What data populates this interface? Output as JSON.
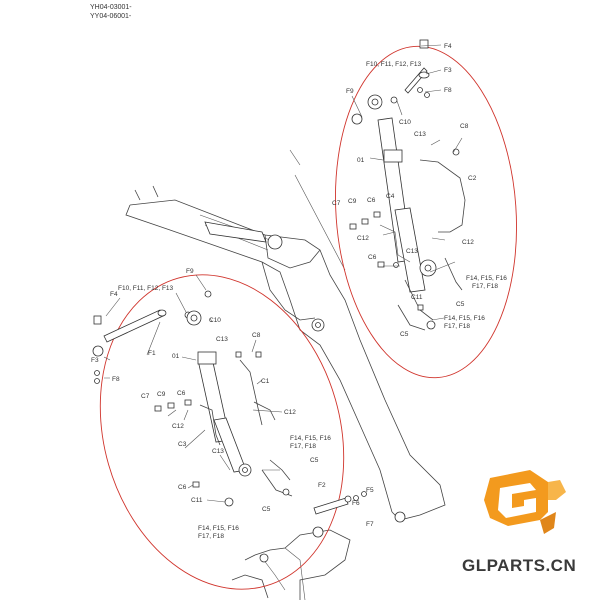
{
  "header": {
    "line1": "YH04-03001-",
    "line2": "YY04-06001-"
  },
  "logo": {
    "text": "GLPARTS.CN",
    "color": "#f39a1e"
  },
  "colors": {
    "callout_ellipse": "#d0342c",
    "line_art": "#333333"
  },
  "upper_labels": {
    "f4": "F4",
    "f10_13": "F10, F11, F12, F13",
    "f3": "F3",
    "f8": "F8",
    "f9": "F9",
    "c10": "C10",
    "c13": "C13",
    "c8": "C8",
    "n01": "01",
    "c2": "C2",
    "c7": "C7",
    "c9": "C9",
    "c6": "C6",
    "c4": "C4",
    "c12a": "C12",
    "c12b": "C12",
    "c6b": "C6",
    "c13b": "C13",
    "c11": "C11",
    "f14_16": "F14, F15, F16",
    "f17_18": "F17, F18",
    "f14_16b": "F14, F15, F16",
    "f17_18b": "F17, F18",
    "c5a": "C5",
    "c5b": "C5"
  },
  "lower_labels": {
    "f9": "F9",
    "f4": "F4",
    "f10_13": "F10, F11, F12, F13",
    "c10": "C10",
    "f1": "F1",
    "f3": "F3",
    "f8": "F8",
    "c13": "C13",
    "c8": "C8",
    "n01": "01",
    "c1": "C1",
    "c7": "C7",
    "c9": "C9",
    "c6": "C6",
    "c12a": "C12",
    "c12b": "C12",
    "c3": "C3",
    "c13b": "C13",
    "c6b": "C6",
    "f14_16": "F14, F15, F16",
    "f17_18": "F17, F18",
    "c5a": "C5",
    "c11": "C11",
    "c5b": "C5",
    "f14_16b": "F14, F15, F16",
    "f17_18b": "F17, F18",
    "f2": "F2",
    "f5": "F5",
    "f6": "F6",
    "f7": "F7"
  }
}
